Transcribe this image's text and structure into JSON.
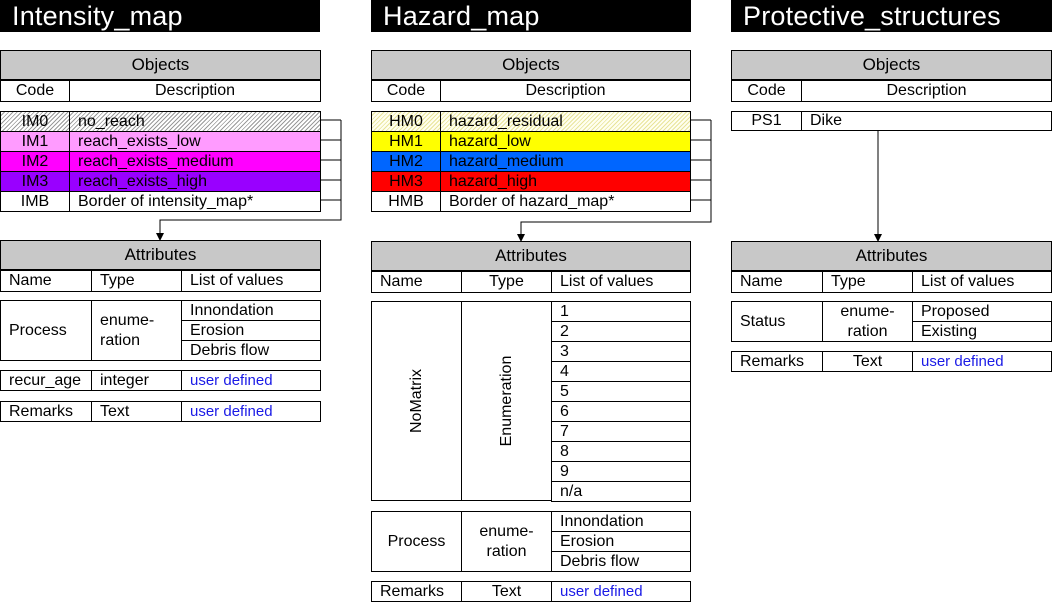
{
  "intensity": {
    "title": "Intensity_map",
    "objects_header": "Objects",
    "code_label": "Code",
    "description_label": "Description",
    "objects": [
      {
        "code": "IM0",
        "description": "no_reach",
        "fill": "hatch"
      },
      {
        "code": "IM1",
        "description": "reach_exists_low",
        "fill": "#ff9bff"
      },
      {
        "code": "IM2",
        "description": "reach_exists_medium",
        "fill": "#ff00ff"
      },
      {
        "code": "IM3",
        "description": "reach_exists_high",
        "fill": "#9900ff"
      },
      {
        "code": "IMB",
        "description": "Border of intensity_map*",
        "fill": "#ffffff"
      }
    ],
    "attributes_header": "Attributes",
    "name_label": "Name",
    "type_label": "Type",
    "values_label": "List of values",
    "process": {
      "name": "Process",
      "type": "enume-\nration",
      "values": [
        "Innondation",
        "Erosion",
        "Debris flow"
      ]
    },
    "recur_age": {
      "name": "recur_age",
      "type": "integer",
      "value": "user defined"
    },
    "remarks": {
      "name": "Remarks",
      "type": "Text",
      "value": "user defined"
    }
  },
  "hazard": {
    "title": "Hazard_map",
    "objects_header": "Objects",
    "code_label": "Code",
    "description_label": "Description",
    "objects": [
      {
        "code": "HM0",
        "description": "hazard_residual",
        "fill": "hatch-yellow"
      },
      {
        "code": "HM1",
        "description": "hazard_low",
        "fill": "#ffff00"
      },
      {
        "code": "HM2",
        "description": "hazard_medium",
        "fill": "#0066ff"
      },
      {
        "code": "HM3",
        "description": "hazard_high",
        "fill": "#ff0000"
      },
      {
        "code": "HMB",
        "description": "Border of hazard_map*",
        "fill": "#ffffff"
      }
    ],
    "attributes_header": "Attributes",
    "name_label": "Name",
    "type_label": "Type",
    "values_label": "List of values",
    "nomatrix": {
      "name": "NoMatrix",
      "type": "Enumeration",
      "values": [
        "1",
        "2",
        "3",
        "4",
        "5",
        "6",
        "7",
        "8",
        "9",
        "n/a"
      ]
    },
    "process": {
      "name": "Process",
      "type": "enume-\nration",
      "values": [
        "Innondation",
        "Erosion",
        "Debris flow"
      ]
    },
    "remarks": {
      "name": "Remarks",
      "type": "Text",
      "value": "user defined"
    }
  },
  "protective": {
    "title": "Protective_structures",
    "objects_header": "Objects",
    "code_label": "Code",
    "description_label": "Description",
    "objects": [
      {
        "code": "PS1",
        "description": "Dike",
        "fill": "#ffffff"
      }
    ],
    "attributes_header": "Attributes",
    "name_label": "Name",
    "type_label": "Type",
    "values_label": "List of values",
    "status": {
      "name": "Status",
      "type": "enume-\nration",
      "values": [
        "Proposed",
        "Existing"
      ]
    },
    "remarks": {
      "name": "Remarks",
      "type": "Text",
      "value": "user defined"
    }
  }
}
